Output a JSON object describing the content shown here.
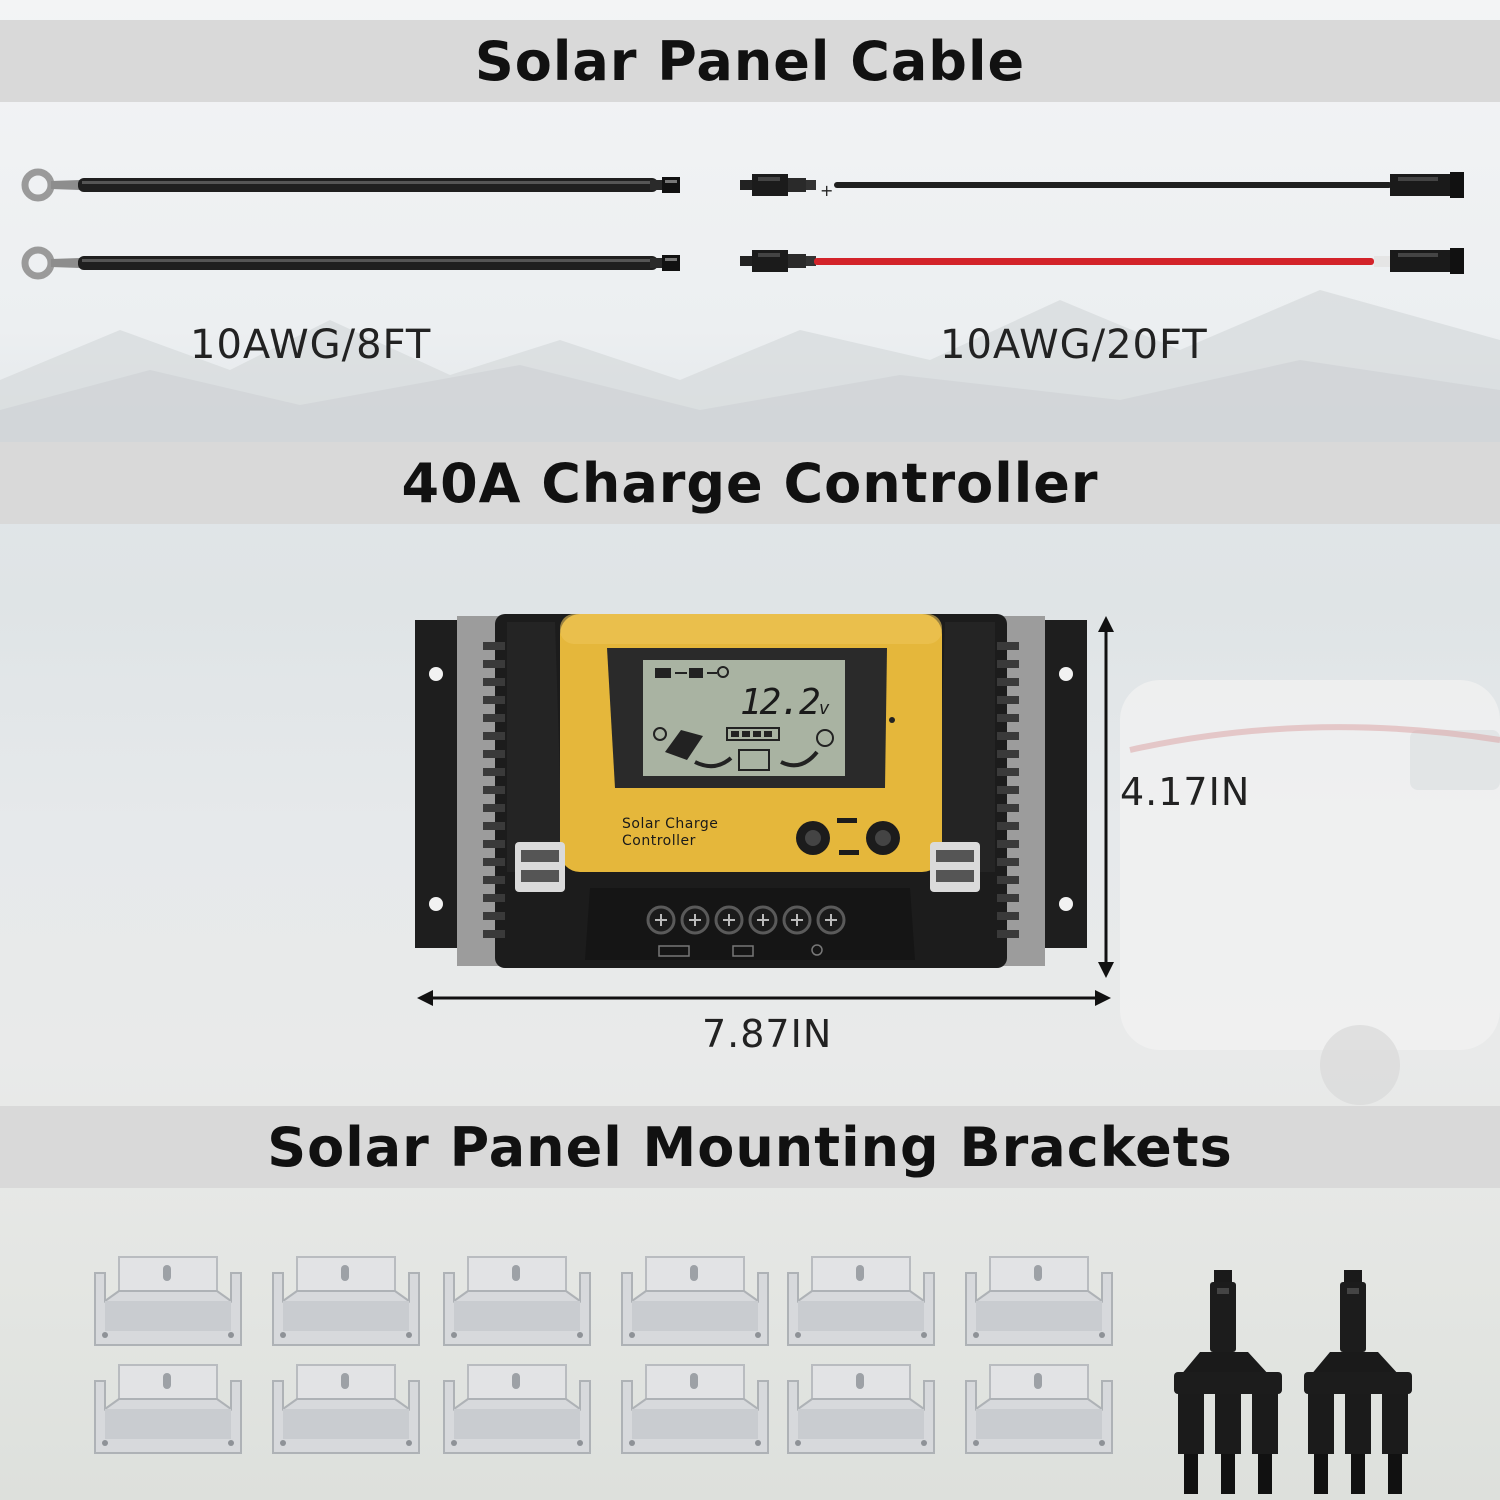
{
  "sections": {
    "cable_title": "Solar Panel Cable",
    "controller_title": "40A Charge Controller",
    "brackets_title": "Solar Panel Mounting Brackets"
  },
  "cables": {
    "left_label": "10AWG/8FT",
    "right_label": "10AWG/20FT",
    "plus_mark": "+"
  },
  "controller": {
    "lcd_voltage": "12.2",
    "lcd_unit": "v",
    "panel_label_line1": "Solar Charge",
    "panel_label_line2": "Controller",
    "height_label": "4.17IN",
    "width_label": "7.87IN"
  },
  "colors": {
    "band": "#d9d9d9",
    "controller_yellow": "#e5b73b",
    "controller_black": "#1c1c1c",
    "lcd_green": "#a9b3a2",
    "red_cable": "#d3232a"
  }
}
